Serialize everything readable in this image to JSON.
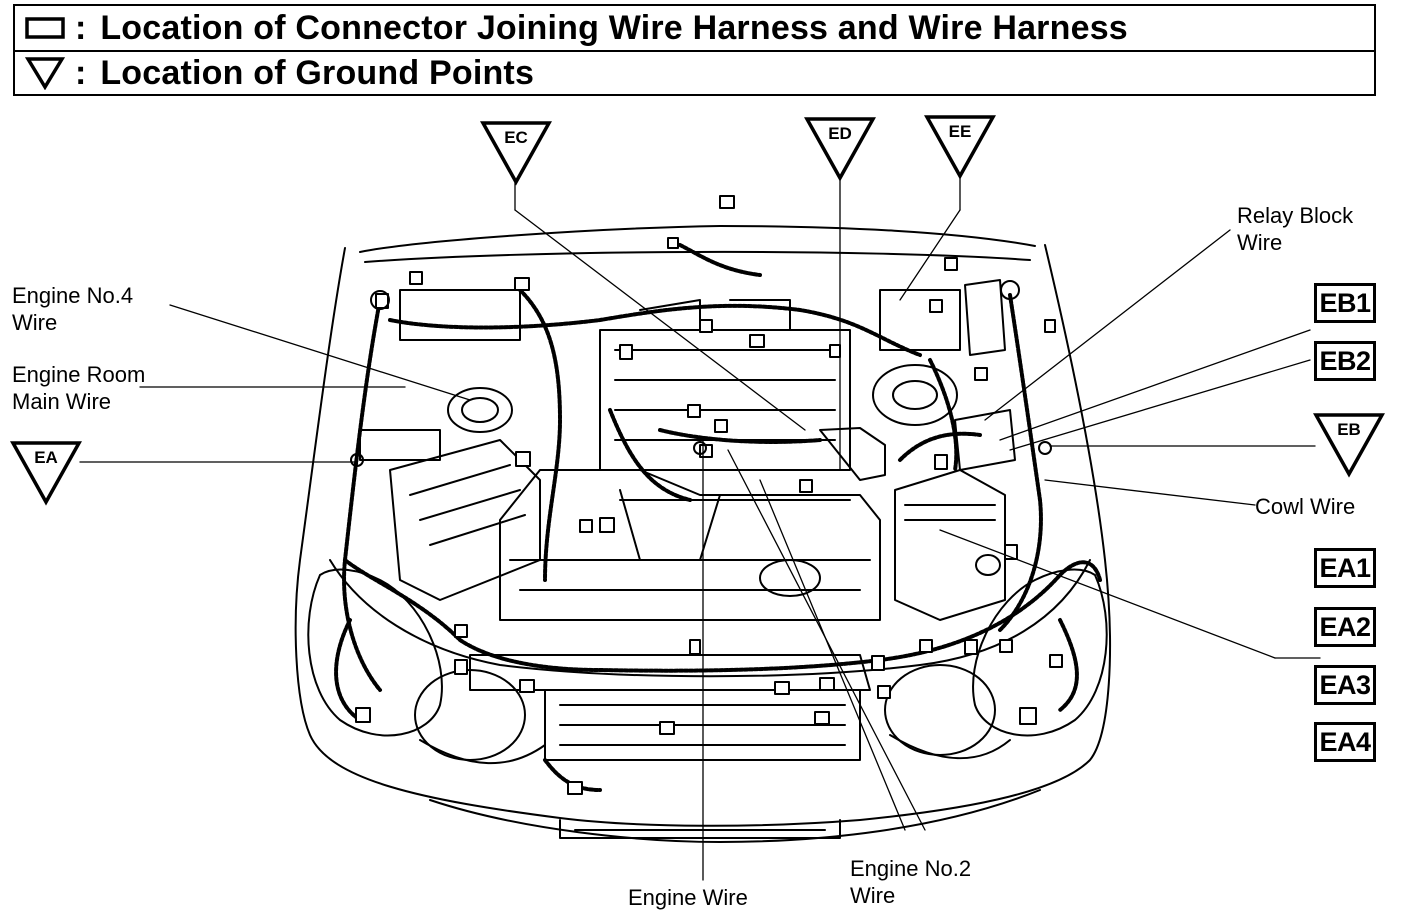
{
  "legend": {
    "connector_text": "Location of Connector Joining Wire Harness and Wire Harness",
    "ground_text": "Location of Ground Points",
    "colon": ":"
  },
  "wire_labels": {
    "engine_no4": "Engine No.4\nWire",
    "engine_room_main": "Engine Room\nMain Wire",
    "relay_block": "Relay Block\nWire",
    "cowl": "Cowl Wire",
    "engine": "Engine Wire",
    "engine_no2": "Engine No.2\nWire"
  },
  "connector_labels": {
    "eb1": "EB1",
    "eb2": "EB2",
    "ea1": "EA1",
    "ea2": "EA2",
    "ea3": "EA3",
    "ea4": "EA4"
  },
  "ground_labels": {
    "ec": "EC",
    "ed": "ED",
    "ee": "EE",
    "ea": "EA",
    "eb": "EB"
  }
}
